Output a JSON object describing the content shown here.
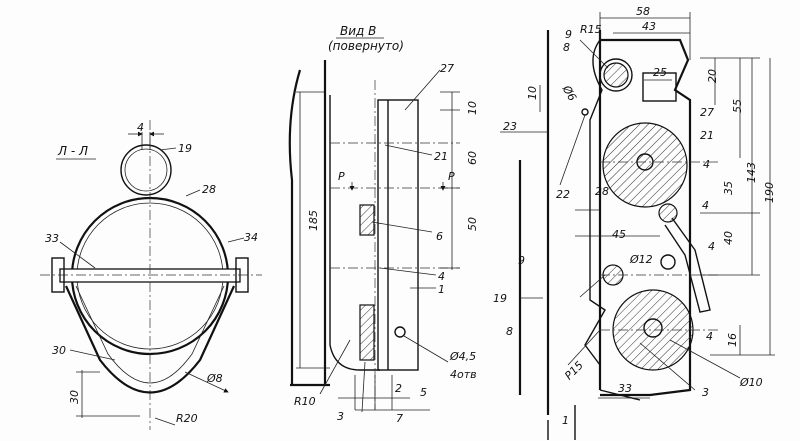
{
  "section_ll": {
    "title": "Л - Л",
    "labels": [
      "4",
      "19",
      "28",
      "33",
      "34",
      "30",
      "Ø8",
      "30",
      "R20"
    ]
  },
  "view_b": {
    "title_line1": "Вид В",
    "title_line2": "(повернуто)",
    "labels": [
      "27",
      "10",
      "60",
      "21",
      "P",
      "P",
      "185",
      "50",
      "6",
      "4",
      "1",
      "Ø4,5",
      "4отв",
      "R10",
      "2",
      "5",
      "3",
      "7"
    ]
  },
  "right_view": {
    "labels": [
      "58",
      "43",
      "R15",
      "9",
      "8",
      "25",
      "20",
      "55",
      "143",
      "190",
      "10",
      "Ø6",
      "23",
      "27",
      "21",
      "4",
      "22",
      "28",
      "35",
      "4",
      "45",
      "40",
      "4",
      "9",
      "Ø12",
      "19",
      "8",
      "4",
      "16",
      "P15",
      "33",
      "3",
      "Ø10",
      "1"
    ]
  }
}
